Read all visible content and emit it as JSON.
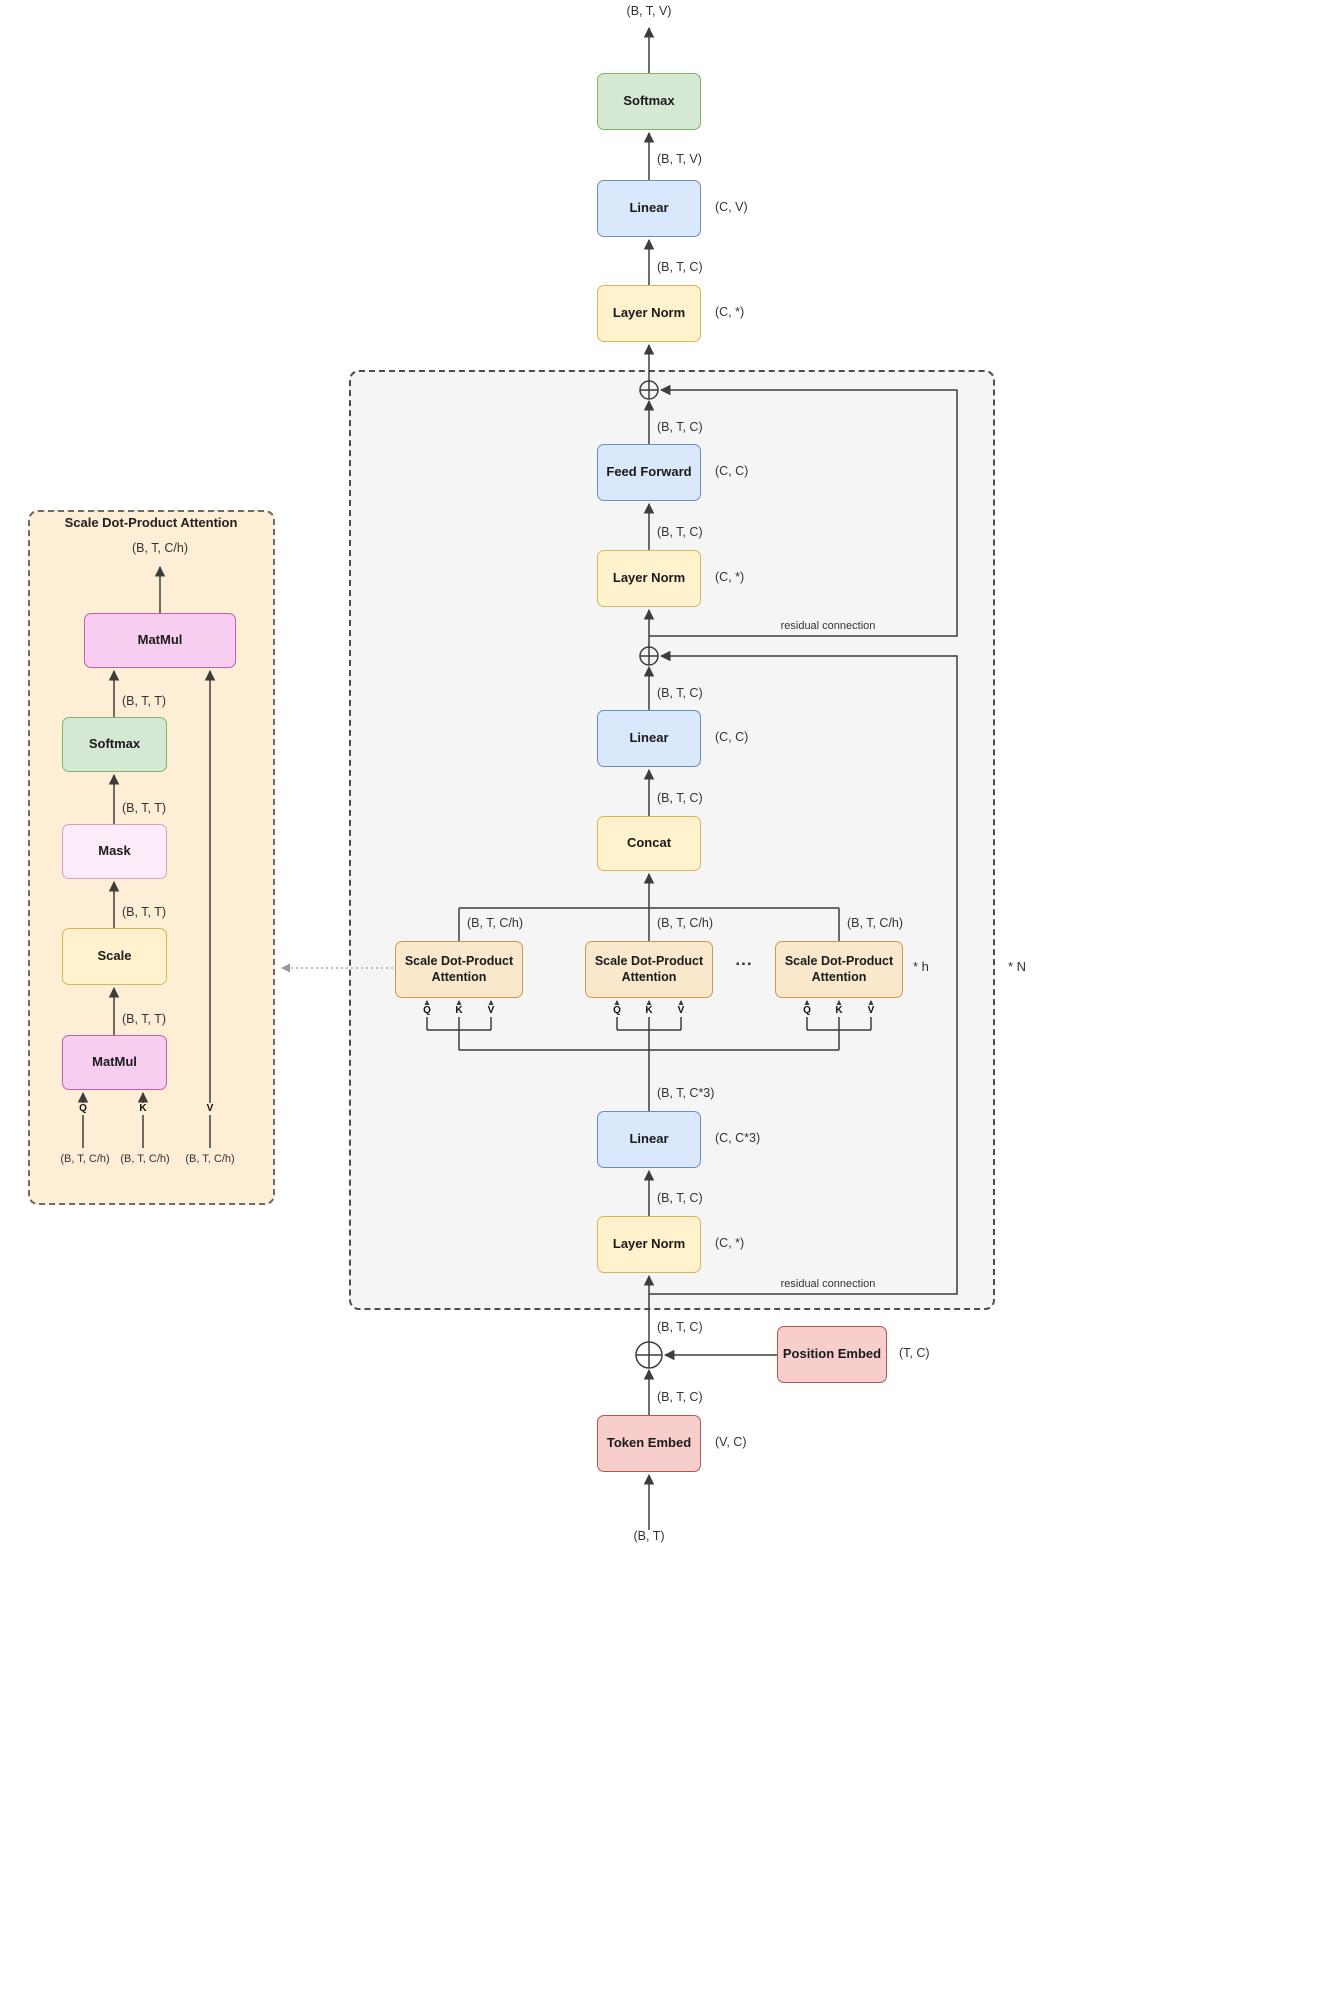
{
  "shapes": {
    "btv": "(B, T, V)",
    "btc": "(B, T, C)",
    "btt": "(B, T, T)",
    "btch": "(B, T, C/h)",
    "btc3": "(B, T, C*3)",
    "bt": "(B, T)"
  },
  "blocks": {
    "softmax": "Softmax",
    "linear": "Linear",
    "layer_norm": "Layer Norm",
    "feed_forward": "Feed Forward",
    "concat": "Concat",
    "attention_head": "Scale Dot-Product\nAttention",
    "token_embed": "Token Embed",
    "position_embed": "Position Embed",
    "matmul": "MatMul",
    "mask": "Mask",
    "scale": "Scale"
  },
  "params": {
    "cv": "(C, V)",
    "cstar": "(C, *)",
    "cc": "(C, C)",
    "cc3": "(C, C*3)",
    "tc": "(T, C)",
    "vc": "(V, C)"
  },
  "annotations": {
    "residual": "residual connection",
    "heads_multiplier": "* h",
    "layers_multiplier": "* N",
    "ellipsis": "...",
    "q": "Q",
    "k": "K",
    "v": "V",
    "detail_title": "Scale Dot-Product Attention"
  },
  "colors": {
    "green_fill": "#d5e8d4",
    "green_stroke": "#82b366",
    "blue_fill": "#dae8fc",
    "blue_stroke": "#6c8ebf",
    "yellow_fill": "#fff2cc",
    "yellow_stroke": "#d6b656",
    "red_fill": "#f8cecc",
    "red_stroke": "#b85450",
    "tan_fill": "#fae8cc",
    "tan_stroke": "#c79b4e",
    "pink_fill": "#f8cef0",
    "pink_stroke": "#bd5fae",
    "pale_pink_fill": "#fcecf9",
    "pale_pink_stroke": "#d49ec9",
    "frame_fill": "#f5f5f5",
    "frame_stroke": "#4d4d4d",
    "panel_fill": "#ffeed6",
    "panel_stroke": "#6b6b6b",
    "wire": "#3d3d3d"
  }
}
